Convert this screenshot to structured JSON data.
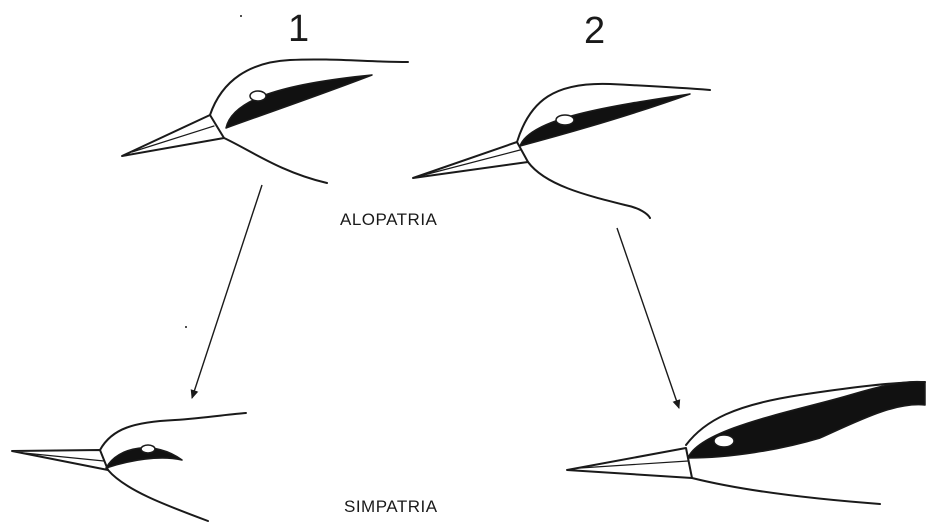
{
  "labels": {
    "species_1": "1",
    "species_2": "2",
    "allopatry": "ALOPATRIA",
    "sympatry": "SIMPATRIA"
  },
  "colors": {
    "ink": "#1a1a1a",
    "bill_fill": "#ffffff",
    "mask_fill": "#111111",
    "background": "#ffffff"
  },
  "icons": [
    "bird-head",
    "eye",
    "arrow"
  ]
}
